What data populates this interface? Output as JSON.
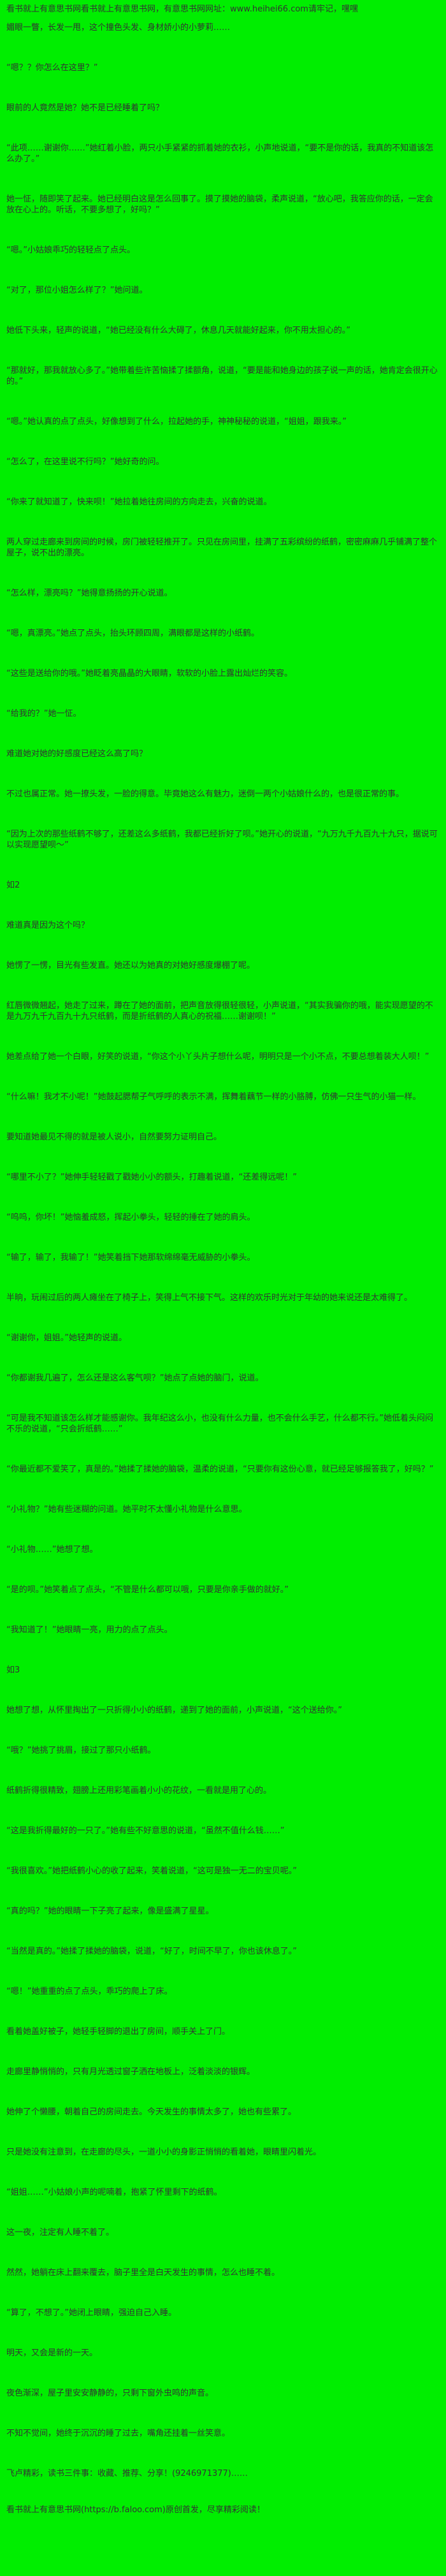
{
  "page": {
    "background": "#00ee00",
    "text_color": "#333333"
  },
  "header": {
    "line1": "看书就上有意思书网看书就上有意思书网，有意思书网网址：www.heihei66.com请牢记，嘿嘿",
    "line2": "媚眼一瞥，长发一甩，这个撞色头发、身材娇小的小萝莉……"
  },
  "body": [
    {
      "type": "p",
      "text": "“嗯？？你怎么在这里？”"
    },
    {
      "type": "p",
      "text": "眼前的人竟然是她？她不是已经睡着了吗？"
    },
    {
      "type": "p",
      "text": "“此项……谢谢你……”她红着小脸，两只小手紧紧的抓着她的衣衫，小声地说道，“要不是你的话，我真的不知道该怎么办了。”"
    },
    {
      "type": "p",
      "text": "她一怔，随即笑了起来。她已经明白这是怎么回事了。摸了摸她的脑袋，柔声说道，“放心吧，我答应你的话，一定会放在心上的。听话，不要多想了，好吗？”"
    },
    {
      "type": "p",
      "text": "“嗯。”小姑娘乖巧的轻轻点了点头。"
    },
    {
      "type": "p",
      "text": "“对了，那位小姐怎么样了？”她问道。"
    },
    {
      "type": "p",
      "text": "她低下头来，轻声的说道，“她已经没有什么大碍了，休息几天就能好起来，你不用太担心的。”"
    },
    {
      "type": "p",
      "text": "“那就好，那我就放心多了。”她带着些许苦恼揉了揉额角，说道，“要是能和她身边的孩子说一声的话，她肯定会很开心的。”"
    },
    {
      "type": "p",
      "text": "“嗯。”她认真的点了点头，好像想到了什么，拉起她的手，神神秘秘的说道，“姐姐，跟我来。”"
    },
    {
      "type": "p",
      "text": "“怎么了，在这里说不行吗？”她好奇的问。"
    },
    {
      "type": "p",
      "text": "“你来了就知道了，快来呗！”她拉着她往房间的方向走去，兴奋的说道。"
    },
    {
      "type": "p",
      "text": "两人穿过走廊来到房间的时候，房门被轻轻推开了。只见在房间里，挂满了五彩缤纷的纸鹤，密密麻麻几乎铺满了整个屋子，说不出的漂亮。"
    },
    {
      "type": "p",
      "text": "“怎么样，漂亮吗？”她得意扬扬的开心说道。"
    },
    {
      "type": "p",
      "text": "“嗯，真漂亮。”她点了点头，抬头环顾四周，满眼都是这样的小纸鹤。"
    },
    {
      "type": "p",
      "text": "“这些是送给你的哦。”她眨着亮晶晶的大眼睛，软软的小脸上露出灿烂的笑容。"
    },
    {
      "type": "p",
      "text": "“给我的？”她一怔。"
    },
    {
      "type": "p",
      "text": "难道她对她的好感度已经这么高了吗？"
    },
    {
      "type": "p",
      "text": "不过也属正常。她一撩头发，一脸的得意。毕竟她这么有魅力，迷倒一两个小姑娘什么的，也是很正常的事。"
    },
    {
      "type": "p",
      "text": "“因为上次的那些纸鹤不够了，还差这么多纸鹤，我都已经折好了呗。”她开心的说道，“九万九千九百九十九只，据说可以实现愿望呗～”"
    },
    {
      "type": "marker",
      "text": "如2"
    },
    {
      "type": "p",
      "text": "难道真是因为这个吗？"
    },
    {
      "type": "p",
      "text": "她愣了一愣，目光有些发直。她还以为她真的对她好感度爆棚了呢。"
    },
    {
      "type": "p",
      "text": "红唇微微翘起，她走了过来，蹲在了她的面前，把声音放得很轻很轻，小声说道，“其实我骗你的哦，能实现愿望的不是九万九千九百九十九只纸鹤，而是折纸鹤的人真心的祝福……谢谢呗！”"
    },
    {
      "type": "p",
      "text": "她差点给了她一个白眼，好笑的说道，“你这个小丫头片子想什么呢，明明只是一个小不点，不要总想着装大人呗！”"
    },
    {
      "type": "p",
      "text": "“什么嘛！我才不小呢！”她鼓起腮帮子气呼呼的表示不满，挥舞着藕节一样的小胳膊，仿佛一只生气的小猫一样。"
    },
    {
      "type": "p",
      "text": "要知道她最见不得的就是被人说小，自然要努力证明自己。"
    },
    {
      "type": "p",
      "text": "“哪里不小了？”她伸手轻轻戳了戳她小小的额头，打趣着说道，“还差得远呢！”"
    },
    {
      "type": "p",
      "text": "“呜呜，你坏！”她恼羞成怒，挥起小拳头，轻轻的捶在了她的肩头。"
    },
    {
      "type": "p",
      "text": "“输了，输了，我输了！”她笑着挡下她那软绵绵毫无威胁的小拳头。"
    },
    {
      "type": "p",
      "text": "半晌，玩闹过后的两人瘫坐在了椅子上，笑得上气不接下气。这样的欢乐时光对于年幼的她来说还是太难得了。"
    },
    {
      "type": "p",
      "text": "“谢谢你，姐姐。”她轻声的说道。"
    },
    {
      "type": "p",
      "text": "“你都谢我几遍了，怎么还是这么客气呗？”她点了点她的脑门，说道。"
    },
    {
      "type": "p",
      "text": "“可是我不知道该怎么样才能感谢你。我年纪这么小，也没有什么力量，也不会什么手艺，什么都不行。”她低着头闷闷不乐的说道，“只会折纸鹤……”"
    },
    {
      "type": "p",
      "text": "“你最近都不爱笑了，真是的。”她揉了揉她的脑袋，温柔的说道，“只要你有这份心意，就已经足够报答我了，好吗？”"
    },
    {
      "type": "p",
      "text": "“小礼物？”她有些迷糊的问道。她平时不太懂小礼物是什么意思。"
    },
    {
      "type": "p",
      "text": "“小礼物……”她想了想。"
    },
    {
      "type": "p",
      "text": "“是的呗。”她笑着点了点头，“不管是什么都可以哦，只要是你亲手做的就好。”"
    },
    {
      "type": "p",
      "text": "“我知道了！”她眼睛一亮，用力的点了点头。"
    },
    {
      "type": "marker",
      "text": "如3"
    },
    {
      "type": "p",
      "text": "她想了想，从怀里掏出了一只折得小小的纸鹤，递到了她的面前，小声说道，“这个送给你。”"
    },
    {
      "type": "p",
      "text": "“哦？”她挑了挑眉，接过了那只小纸鹤。"
    },
    {
      "type": "p",
      "text": "纸鹤折得很精致，翅膀上还用彩笔画着小小的花纹，一看就是用了心的。"
    },
    {
      "type": "p",
      "text": "“这是我折得最好的一只了。”她有些不好意思的说道，“虽然不值什么钱……”"
    },
    {
      "type": "p",
      "text": "“我很喜欢。”她把纸鹤小心的收了起来，笑着说道，“这可是独一无二的宝贝呢。”"
    },
    {
      "type": "p",
      "text": "“真的吗？”她的眼睛一下子亮了起来，像是盛满了星星。"
    },
    {
      "type": "p",
      "text": "“当然是真的。”她揉了揉她的脑袋，说道，“好了，时间不早了，你也该休息了。”"
    },
    {
      "type": "p",
      "text": "“嗯！”她重重的点了点头，乖巧的爬上了床。"
    },
    {
      "type": "p",
      "text": "看着她盖好被子，她轻手轻脚的退出了房间，顺手关上了门。"
    },
    {
      "type": "p",
      "text": "走廊里静悄悄的，只有月光透过窗子洒在地板上，泛着淡淡的银辉。"
    },
    {
      "type": "p",
      "text": "她伸了个懒腰，朝着自己的房间走去。今天发生的事情太多了，她也有些累了。"
    },
    {
      "type": "p",
      "text": "只是她没有注意到，在走廊的尽头，一道小小的身影正悄悄的看着她，眼睛里闪着光。"
    },
    {
      "type": "p",
      "text": "“姐姐……”小姑娘小声的呢喃着，抱紧了怀里剩下的纸鹤。"
    },
    {
      "type": "p",
      "text": "这一夜，注定有人睡不着了。"
    },
    {
      "type": "p",
      "text": "然然，她躺在床上翻来覆去，脑子里全是白天发生的事情，怎么也睡不着。"
    },
    {
      "type": "p",
      "text": "“算了，不想了。”她闭上眼睛，强迫自己入睡。"
    },
    {
      "type": "p",
      "text": "明天，又会是新的一天。"
    },
    {
      "type": "p",
      "text": "夜色渐深，屋子里安安静静的，只剩下窗外虫鸣的声音。"
    },
    {
      "type": "p",
      "text": "不知不觉间，她终于沉沉的睡了过去，嘴角还挂着一丝笑意。"
    }
  ],
  "footer": {
    "line1": "飞卢精彩，读书三件事：收藏、推荐、分享！(9246971377)……",
    "line2": "看书就上有意思书网(https://b.faloo.com)原创首发，尽享精彩阅读！"
  }
}
